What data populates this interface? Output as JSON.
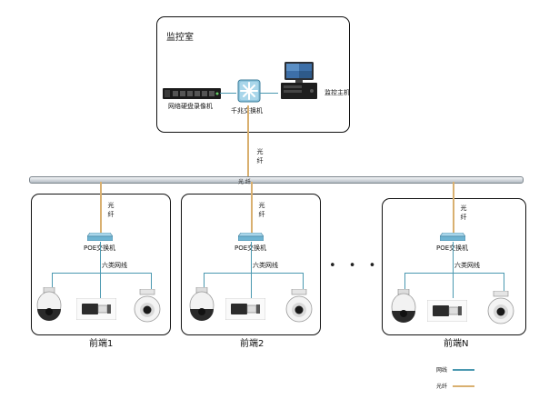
{
  "control_room": {
    "title": "监控室",
    "nvr_label": "网络硬盘录像机",
    "core_switch_label": "千兆交换机",
    "host_label": "监控主机"
  },
  "uplink_label": "光\n纤",
  "bus_label": "光 纤",
  "fronts": [
    {
      "label": "前端1",
      "uplink_label": "光\n纤",
      "switch_label": "POE交换机",
      "cable_label": "六类网线"
    },
    {
      "label": "前端2",
      "uplink_label": "光\n纤",
      "switch_label": "POE交换机",
      "cable_label": "六类网线"
    },
    {
      "label": "前端N",
      "uplink_label": "光\n纤",
      "switch_label": "POE交换机",
      "cable_label": "六类网线"
    }
  ],
  "ellipsis": "• • • • • •",
  "legend": {
    "items": [
      {
        "label": "网线",
        "color": "#4a98b0"
      },
      {
        "label": "光纤",
        "color": "#d9b070"
      }
    ]
  },
  "icons": [
    "nvr-icon",
    "core-switch-icon",
    "monitor-host-icon",
    "poe-switch-icon",
    "dome-camera-icon",
    "box-camera-icon",
    "ball-camera-icon"
  ]
}
